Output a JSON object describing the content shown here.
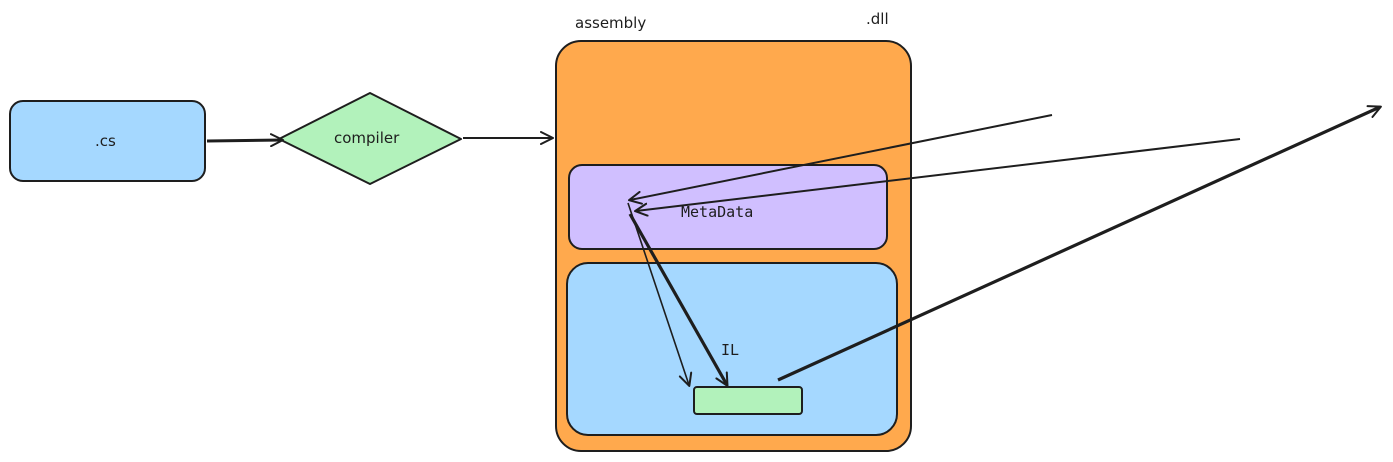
{
  "diagram": {
    "source_file": {
      "label": ".cs",
      "color": "#a5d8ff"
    },
    "compiler": {
      "label": "compiler",
      "color": "#b2f2bb"
    },
    "assembly": {
      "label": "assembly",
      "extension_label": ".dll",
      "color": "#ffa94d",
      "metadata": {
        "label": "MetaData",
        "color": "#d0bfff"
      },
      "il": {
        "label": "IL",
        "color": "#a5d8ff",
        "item_color": "#b2f2bb"
      }
    },
    "stroke_color": "#1e1e1e"
  }
}
